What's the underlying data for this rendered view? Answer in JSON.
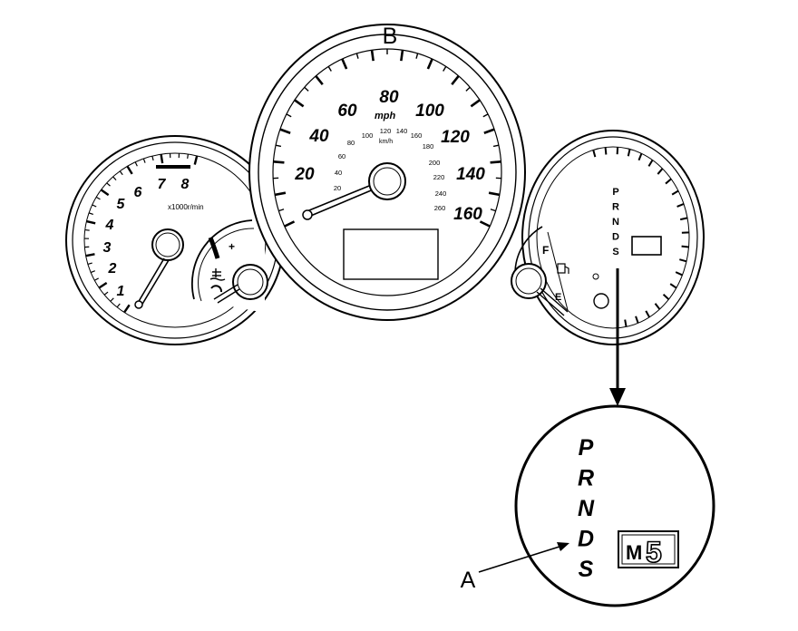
{
  "callouts": {
    "speedometer": "B",
    "gear_indicator": "A"
  },
  "tachometer": {
    "numbers": [
      "1",
      "2",
      "3",
      "4",
      "5",
      "6",
      "7",
      "8"
    ],
    "unit": "x1000r/min"
  },
  "temp_gauge": {
    "plus": "+"
  },
  "speedometer": {
    "mph_numbers": [
      "20",
      "40",
      "60",
      "80",
      "100",
      "120",
      "140",
      "160"
    ],
    "kmh_numbers": [
      "20",
      "40",
      "60",
      "80",
      "100",
      "120",
      "140",
      "160",
      "180",
      "200",
      "220",
      "240",
      "260"
    ],
    "mph_unit": "mph",
    "kmh_unit": "km/h"
  },
  "fuel_gauge": {
    "full": "F",
    "empty": "E"
  },
  "gear_letters": [
    "P",
    "R",
    "N",
    "D",
    "S"
  ],
  "manual_mode": {
    "letter": "M",
    "digit": "5"
  },
  "colors": {
    "line": "#000000",
    "background": "#ffffff",
    "display_fill": "#ffffff"
  }
}
